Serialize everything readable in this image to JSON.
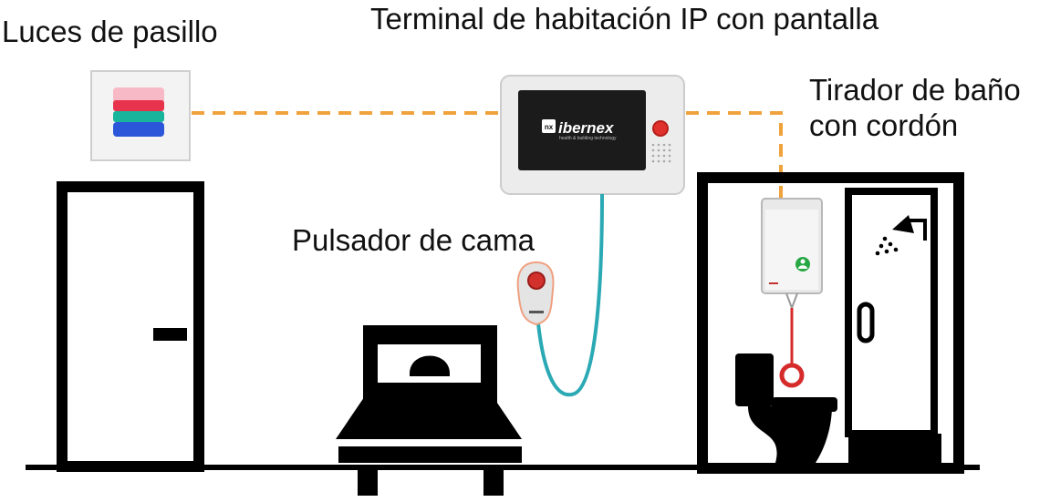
{
  "labels": {
    "hallway_lights": "Luces de pasillo",
    "room_terminal": "Terminal de habitación IP con pantalla",
    "bathroom_pull_line1": "Tirador de baño",
    "bathroom_pull_line2": "con cordón",
    "bed_button": "Pulsador de cama"
  },
  "terminal": {
    "brand": "ibernex",
    "brand_tagline": "health & building technology",
    "brand_mark": "nx"
  },
  "colors": {
    "connector_line": "#f0a23c",
    "bed_cable": "#2ba9b4",
    "pull_cord": "#d62b2b",
    "green_button": "#27a844",
    "line_art": "#000000"
  },
  "icons": [
    "shower-icon",
    "person-icon"
  ]
}
